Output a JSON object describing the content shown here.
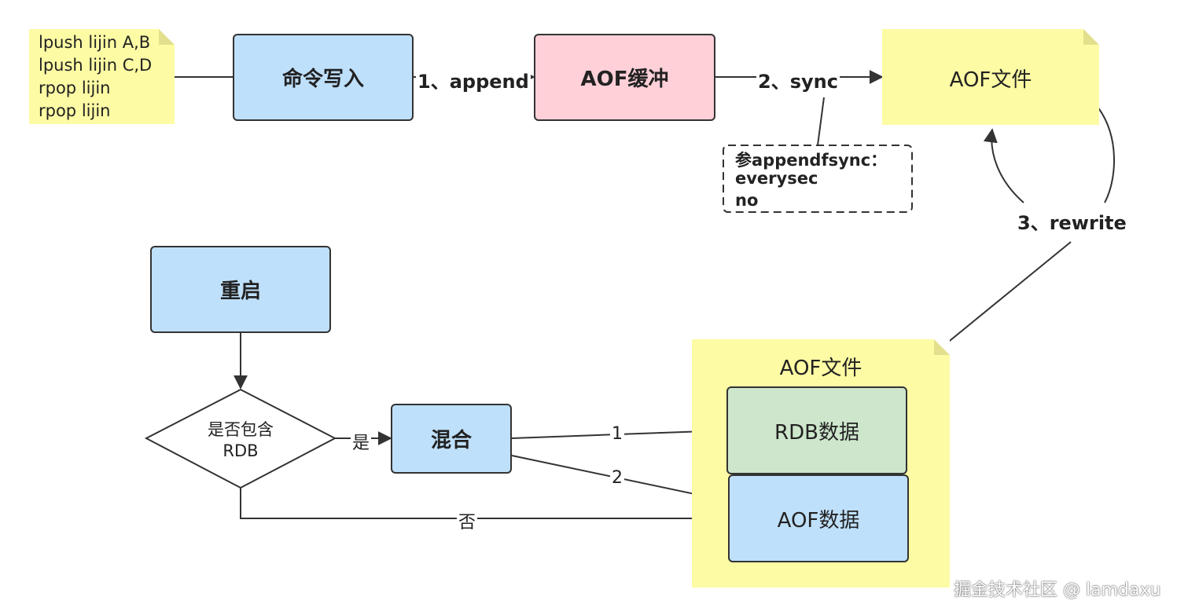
{
  "note_commands": {
    "lines": [
      "lpush lijin A,B",
      "lpush lijin C,D",
      "rpop  lijin",
      "rpop  lijin"
    ]
  },
  "boxes": {
    "write": "命令写入",
    "buffer": "AOF缓冲",
    "aof_file_top": "AOF文件",
    "restart": "重启",
    "decision": [
      "是否包含",
      "RDB"
    ],
    "mixed": "混合",
    "aof_file_bottom": "AOF文件",
    "rdb_data": "RDB数据",
    "aof_data": "AOF数据"
  },
  "edge_labels": {
    "append": "1、append",
    "sync": "2、sync",
    "rewrite": "3、rewrite",
    "yes": "是",
    "no": "否",
    "one": "1",
    "two": "2"
  },
  "config_note": {
    "lines": [
      "参appendfsync：",
      "everysec",
      "no"
    ]
  },
  "watermark": "掘金技术社区 @ lamdaxu",
  "colors": {
    "blue": "#bfe0fb",
    "pink": "#ffd0d8",
    "green": "#cde6cc",
    "yellow": "#fdfba4",
    "stroke": "#333333"
  }
}
